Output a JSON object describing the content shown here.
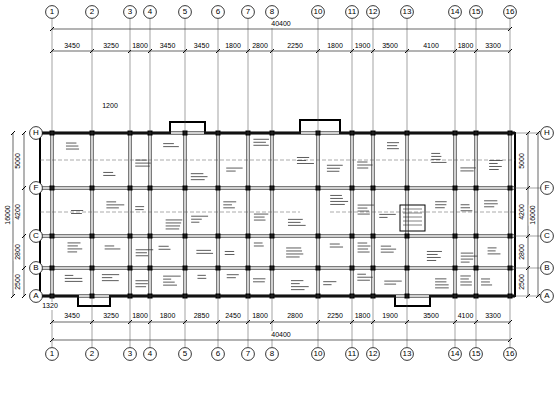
{
  "diagram": {
    "nodes": [
      {
        "text": [
          "1"
        ]
      },
      {
        "text": [
          "2"
        ]
      },
      {
        "text": [
          "3"
        ]
      },
      {
        "text": [
          "4"
        ]
      },
      {
        "text": [
          "5"
        ]
      },
      {
        "text": [
          "6"
        ]
      },
      {
        "text": [
          "7"
        ]
      },
      {
        "text": [
          "8"
        ]
      },
      {
        "text": [
          "10"
        ]
      },
      {
        "text": [
          "11"
        ]
      },
      {
        "text": [
          "12"
        ]
      },
      {
        "text": [
          "13"
        ]
      },
      {
        "text": [
          "14"
        ]
      },
      {
        "text": [
          "15"
        ]
      },
      {
        "text": [
          "16"
        ]
      },
      {
        "text": [
          "1"
        ]
      },
      {
        "text": [
          "2"
        ]
      },
      {
        "text": [
          "3"
        ]
      },
      {
        "text": [
          "4"
        ]
      },
      {
        "text": [
          "5"
        ]
      },
      {
        "text": [
          "6"
        ]
      },
      {
        "text": [
          "7"
        ]
      },
      {
        "text": [
          "8"
        ]
      },
      {
        "text": [
          "10"
        ]
      },
      {
        "text": [
          "11"
        ]
      },
      {
        "text": [
          "12"
        ]
      },
      {
        "text": [
          "13"
        ]
      },
      {
        "text": [
          "14"
        ]
      },
      {
        "text": [
          "15"
        ]
      },
      {
        "text": [
          "16"
        ]
      },
      {
        "text": [
          "H"
        ]
      },
      {
        "text": [
          "F"
        ]
      },
      {
        "text": [
          "C"
        ]
      },
      {
        "text": [
          "B"
        ]
      },
      {
        "text": [
          "A"
        ]
      },
      {
        "text": [
          "H"
        ]
      },
      {
        "text": [
          "F"
        ]
      },
      {
        "text": [
          "C"
        ]
      },
      {
        "text": [
          "B"
        ]
      },
      {
        "text": [
          "A"
        ]
      }
    ],
    "edges": [
      {
        "from": 0,
        "to": 15,
        "arrow": "none"
      },
      {
        "from": 1,
        "to": 16,
        "arrow": "none"
      },
      {
        "from": 2,
        "to": 17,
        "arrow": "none"
      },
      {
        "from": 3,
        "to": 18,
        "arrow": "none"
      },
      {
        "from": 4,
        "to": 19,
        "arrow": "none"
      },
      {
        "from": 5,
        "to": 20,
        "arrow": "none"
      },
      {
        "from": 6,
        "to": 21,
        "arrow": "none"
      },
      {
        "from": 7,
        "to": 22,
        "arrow": "none"
      },
      {
        "from": 8,
        "to": 23,
        "arrow": "none"
      },
      {
        "from": 9,
        "to": 24,
        "arrow": "none"
      },
      {
        "from": 10,
        "to": 25,
        "arrow": "none"
      },
      {
        "from": 11,
        "to": 26,
        "arrow": "none"
      },
      {
        "from": 12,
        "to": 27,
        "arrow": "none"
      },
      {
        "from": 13,
        "to": 28,
        "arrow": "none"
      },
      {
        "from": 14,
        "to": 29,
        "arrow": "none"
      },
      {
        "from": 30,
        "to": 35,
        "arrow": "none"
      },
      {
        "from": 31,
        "to": 36,
        "arrow": "none"
      },
      {
        "from": 32,
        "to": 37,
        "arrow": "none"
      },
      {
        "from": 33,
        "to": 38,
        "arrow": "none"
      },
      {
        "from": 34,
        "to": 39,
        "arrow": "none"
      }
    ],
    "labels": [
      "3450",
      "3250",
      "1800",
      "3450",
      "3450",
      "1800",
      "2800",
      "2250",
      "1800",
      "1900",
      "3500",
      "4100",
      "1800",
      "3300",
      "40400",
      "3450",
      "3250",
      "1800",
      "1800",
      "2850",
      "2450",
      "1800",
      "2800",
      "2250",
      "1800",
      "1900",
      "3500",
      "4100",
      "3300",
      "40400",
      "16000",
      "5000",
      "4200",
      "2800",
      "2500",
      "16000",
      "5000",
      "4200",
      "2800",
      "2500",
      "1320",
      "1200"
    ]
  }
}
